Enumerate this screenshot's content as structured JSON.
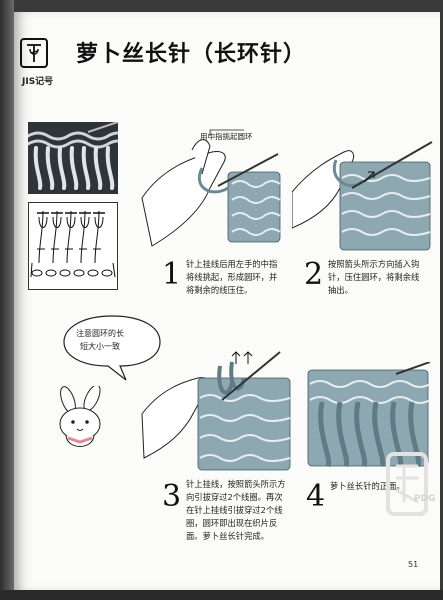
{
  "header": {
    "symbol_glyph": "T",
    "jis_label": "JIS记号",
    "title": "萝卜丝长针（长环针）"
  },
  "step1": {
    "number": "1",
    "annotation": "用中指挑起圆环",
    "lines": [
      "针上挂线后用左手的中指",
      "将线挑起，形成圆环，并",
      "将剩余的线压住。"
    ]
  },
  "step2": {
    "number": "2",
    "lines": [
      "按照箭头所示方向插入钩",
      "针，压住圆环，将剩余线",
      "抽出。"
    ]
  },
  "step3": {
    "number": "3",
    "lines": [
      "针上挂线，按照箭头所示方",
      "向引拔穿过2个线圈。再次",
      "在针上挂线引拔穿过2个线",
      "圈，圆环即出现在织片反",
      "面。萝卜丝长针完成。"
    ]
  },
  "step4": {
    "number": "4",
    "lines": [
      "萝卜丝长针的正面。"
    ]
  },
  "bubble": {
    "lines": [
      "注意圆环的长",
      "短大小一致"
    ]
  },
  "watermark": {
    "text": "PDG"
  },
  "footer": {
    "page_number": "51"
  },
  "colors": {
    "yarn": "#8ea8b2",
    "yarn_dark": "#5f7b86",
    "ink": "#111111"
  }
}
